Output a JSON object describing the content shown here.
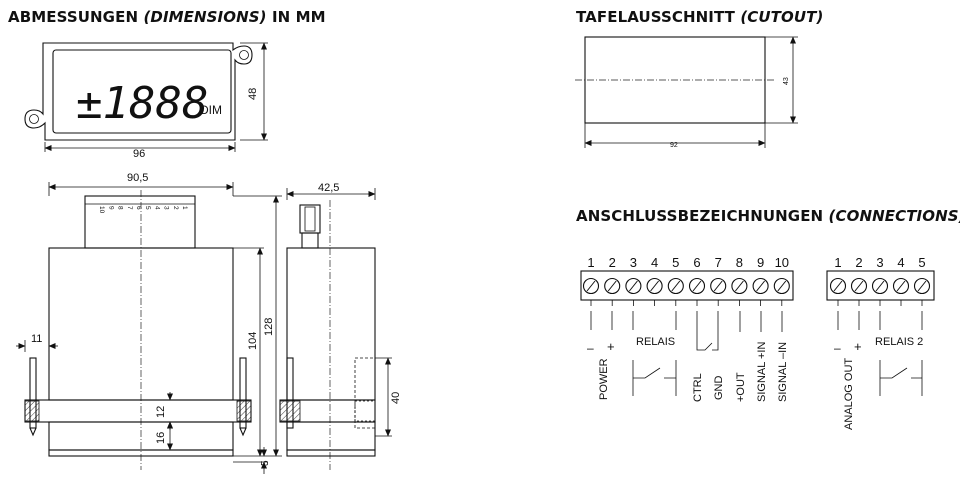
{
  "headings": {
    "dimensions": {
      "main": "ABMESSUNGEN",
      "sub": "(DIMENSIONS)",
      "unit": "IN MM"
    },
    "cutout": {
      "main": "TAFELAUSSCHNITT",
      "sub": "(CUTOUT)"
    },
    "connections": {
      "main": "ANSCHLUSSBEZEICHNUNGEN",
      "sub": "(CONNECTIONS)"
    }
  },
  "front_view": {
    "display_text": "±1888",
    "display_unit": "DIM",
    "width": "96",
    "height": "48"
  },
  "side_views": {
    "top_width": "90,5",
    "side_width": "42,5",
    "bracket": "11",
    "clamp_height": "12",
    "clamp_offset": "16",
    "height_total": "128",
    "height_inner": "104",
    "bottom_gap": "5",
    "side_clamp_height": "40",
    "scale_digits": [
      "1",
      "2",
      "3",
      "4",
      "5",
      "6",
      "7",
      "8",
      "9",
      "10"
    ]
  },
  "cutout": {
    "width": "92",
    "height": "43"
  },
  "connections": {
    "block_a": {
      "terminals": [
        "1",
        "2",
        "3",
        "4",
        "5",
        "6",
        "7",
        "8",
        "9",
        "10"
      ],
      "signs": {
        "t1": "–",
        "t2": "+"
      },
      "labels": {
        "power": "POWER",
        "relais": "RELAIS",
        "ctrl": "CTRL",
        "gnd": "GND",
        "out": "+OUT",
        "sig_plus": "SIGNAL +IN",
        "sig_minus": "SIGNAL –IN"
      }
    },
    "block_b": {
      "terminals": [
        "1",
        "2",
        "3",
        "4",
        "5"
      ],
      "signs": {
        "t1": "–",
        "t2": "+"
      },
      "labels": {
        "analog": "ANALOG OUT",
        "relais2": "RELAIS 2"
      }
    }
  }
}
